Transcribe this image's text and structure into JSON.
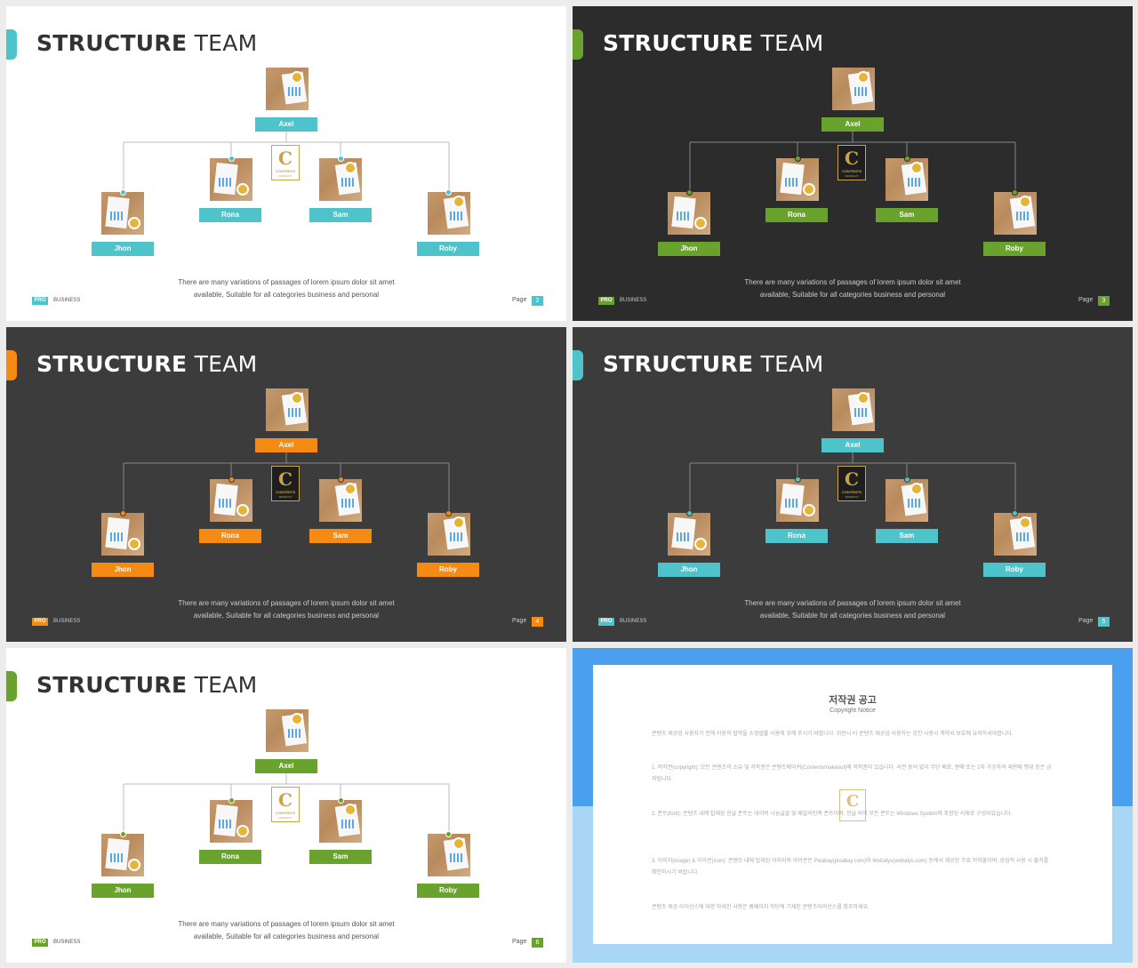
{
  "title_bold": "STRUCTURE",
  "title_light": "TEAM",
  "people": {
    "top": "Axel",
    "mid_left": "Rona",
    "mid_right": "Sam",
    "bottom_left": "Jhon",
    "bottom_right": "Roby"
  },
  "logo": {
    "letter": "C",
    "line1": "CONTENTS",
    "line2": "MAKEOUT"
  },
  "description_line1": "There are many variations of passages of lorem ipsum dolor sit amet",
  "description_line2": "available, Suitable for all categories business and personal",
  "footer": {
    "pro": "PRO",
    "business": "BUSINESS",
    "page_label": "Page"
  },
  "slides": [
    {
      "bg": "#ffffff",
      "accent": "#4ec3ca",
      "title_color": "#333333",
      "text_color": "#555555",
      "line_color": "#bbbbbb",
      "page": "2"
    },
    {
      "bg": "#2c2c2c",
      "accent": "#6aa22e",
      "title_color": "#ffffff",
      "text_color": "#cccccc",
      "line_color": "#888888",
      "page": "3"
    },
    {
      "bg": "#3c3c3c",
      "accent": "#f58a14",
      "title_color": "#ffffff",
      "text_color": "#cccccc",
      "line_color": "#888888",
      "page": "4"
    },
    {
      "bg": "#3c3c3c",
      "accent": "#4ec3ca",
      "title_color": "#ffffff",
      "text_color": "#cccccc",
      "line_color": "#888888",
      "page": "5"
    },
    {
      "bg": "#ffffff",
      "accent": "#6aa22e",
      "title_color": "#333333",
      "text_color": "#555555",
      "line_color": "#bbbbbb",
      "page": "6"
    }
  ],
  "copyright": {
    "title": "저작권 공고",
    "subtitle": "Copyright Notice",
    "paragraphs": [
      "콘텐츠 제공업 사용자가 전에 이용의 협약을 소정법률 사용에 위해 주시기 바랍니다. 위반시 이 콘텐츠 제공업 사용자는 것인 사용시 계약서 보호에 유의하셔야합니다.",
      "1. 저작권(copyright): 모든 콘텐츠의 소유 및 저작권은 콘텐츠메이커(Contentsmakeout)에 저작권이 있습니다. 사전 동의 없이 무단 배포, 판매 또는 2차 가공하여 재판매 행위 등은 금지됩니다.",
      "2. 폰트(font): 콘텐츠 내에 탑재된 한글 폰트는 네이버 나눔글꼴 및 배달의민족 폰트이며, 한글 외의 모든 폰트는 Windows System에 포함된 서체로 구성되었습니다.",
      "3. 이미지(image) & 아이콘(icon): 콘텐츠 내에 탑재된 이미지와 아이콘은 Pixabay(pixabay.com)와 Webalys(webalys.com) 등에서 제공한 무료 저작물이며, 상업적 사용 시 출처를 확인하시기 바랍니다.",
      "콘텐츠 제공 라이선스에 대한 자세한 사항은 홈페이지 하단에 기재된 콘텐츠라이선스를 참조하세요."
    ]
  }
}
